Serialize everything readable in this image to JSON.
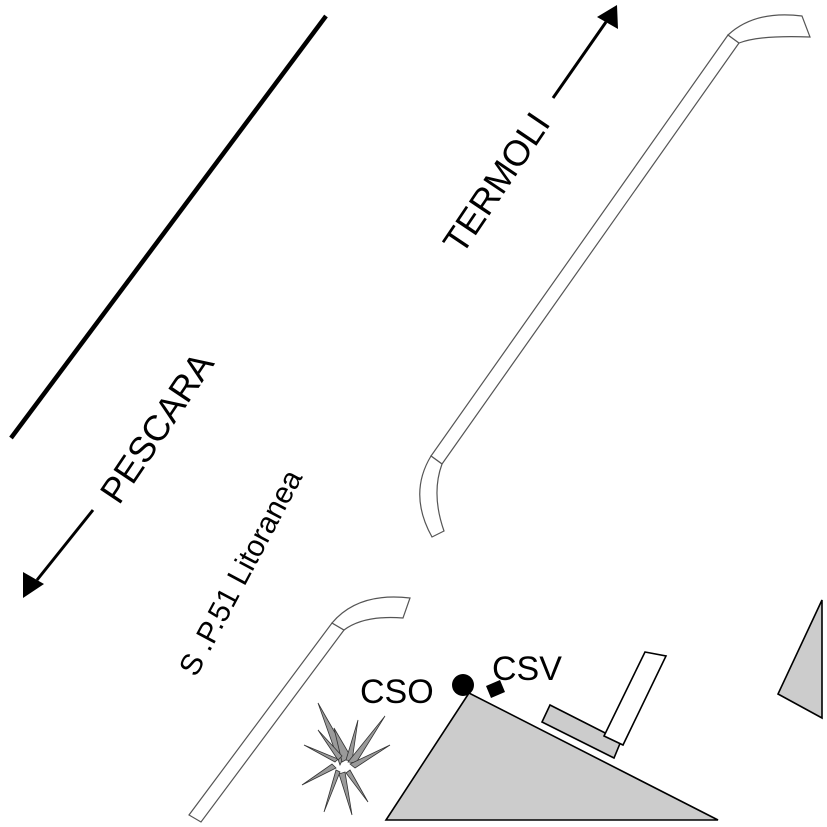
{
  "labels": {
    "towards_north": "TERMOLI",
    "towards_south": "PESCARA",
    "road_name": "S .P.51 Litoranea",
    "marker_round": "CSO",
    "marker_square": "CSV"
  },
  "colors": {
    "building_fill": "#cccccc",
    "line": "#000000",
    "curb_stroke": "#555555",
    "vegetation": "#9a9a9a",
    "background": "#ffffff"
  },
  "icons": {
    "direction_north": "arrow-up-right-icon",
    "direction_south": "arrow-down-left-icon",
    "vegetation": "palm-plant-icon",
    "marker_round": "filled-circle-icon",
    "marker_square": "filled-square-icon"
  }
}
